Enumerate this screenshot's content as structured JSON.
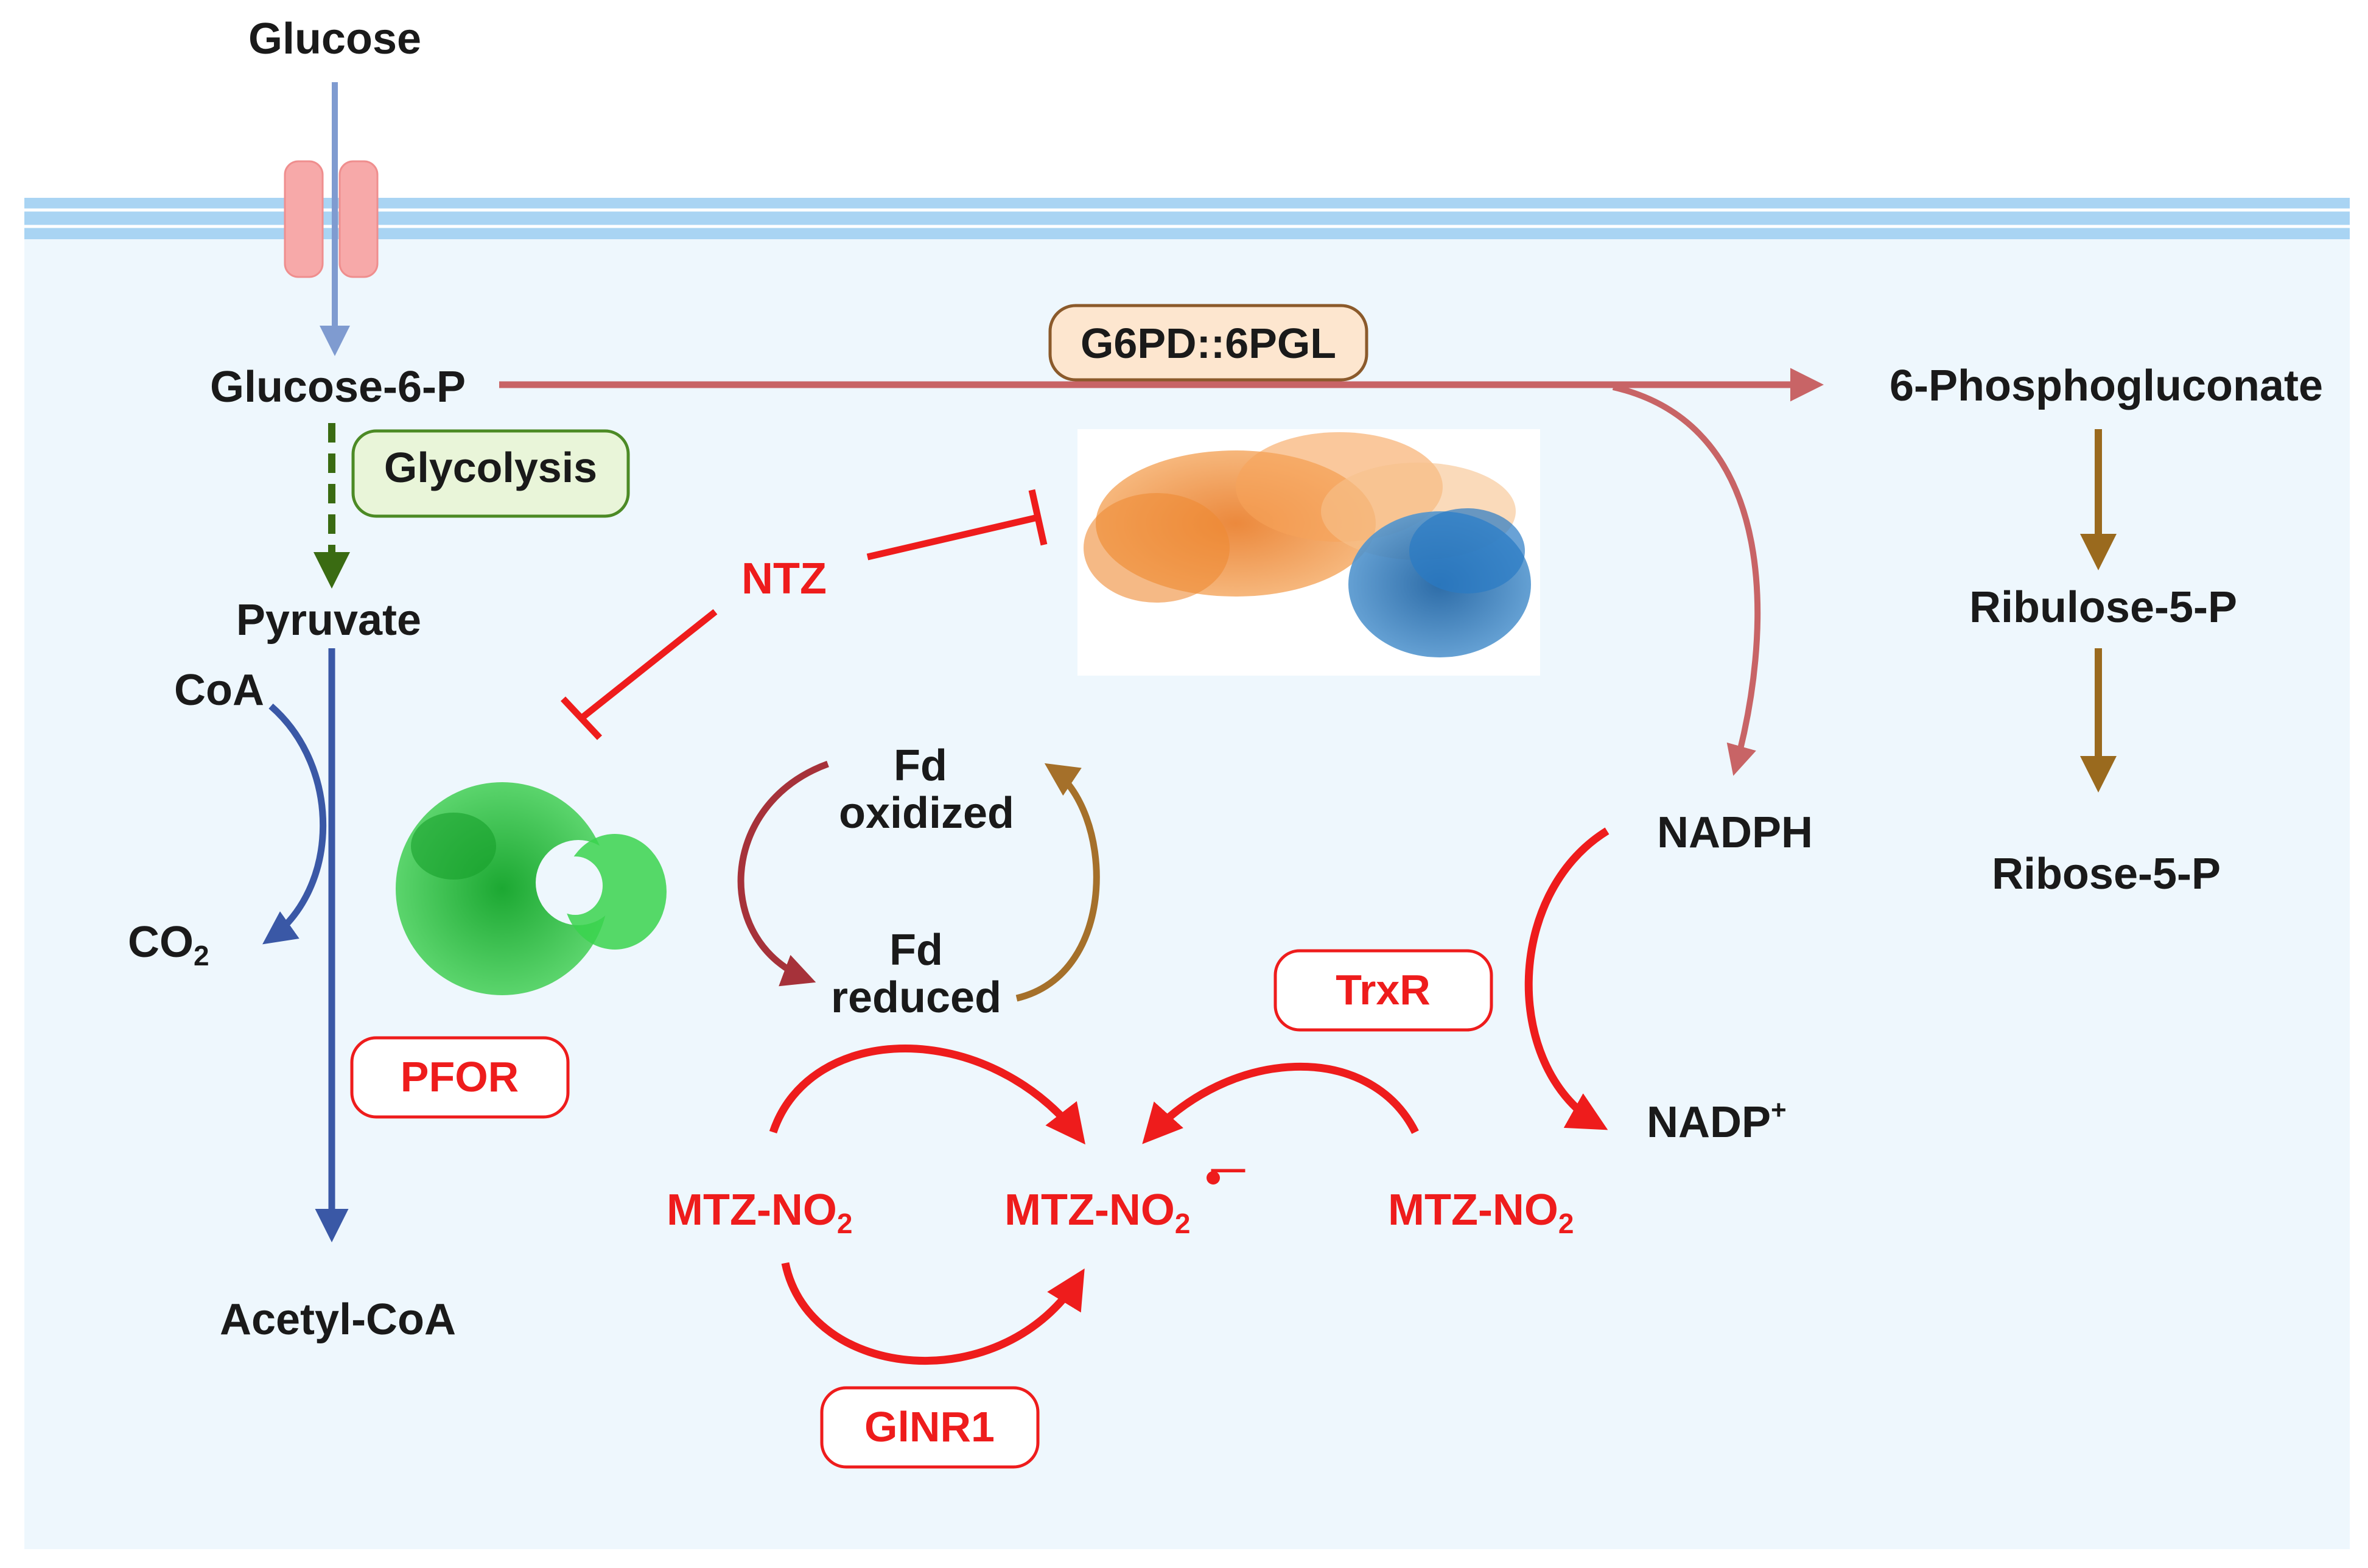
{
  "colors": {
    "cell_interior": "#eef7fd",
    "membrane": "#a9d4f3",
    "transporter": "#f7a9a9",
    "glycolysis_path": "#3a6b12",
    "glucose_arrow": "#7f9bd0",
    "acetyl_path": "#3a58a6",
    "pentose_path": "#c86466",
    "ribose_path": "#9a6a1e",
    "inhibition": "#ee1c1c",
    "redox_arrow": "#ee1c1c",
    "fd_oxidize": "#a6323a",
    "fd_reduce": "#a5702a",
    "orange_protein": "#f28e2b",
    "blue_protein": "#1f6fb5",
    "green_protein": "#2ecc40"
  },
  "nodes": {
    "glucose": "Glucose",
    "glucose_6_p": "Glucose-6-P",
    "pyruvate": "Pyruvate",
    "coa": "CoA",
    "co2_main": "CO",
    "co2_sub": "2",
    "acetyl_coa": "Acetyl-CoA",
    "phosphogluconate": "6-Phosphogluconate",
    "ribulose": "Ribulose-5-P",
    "ribose": "Ribose-5-P",
    "nadph": "NADPH",
    "nadp_main": "NADP",
    "nadp_sup": "+",
    "fd_ox_line1": "Fd",
    "fd_ox_line2": "oxidized",
    "fd_red_line1": "Fd",
    "fd_red_line2": "reduced",
    "ntz": "NTZ",
    "mtz_left_main": "MTZ-NO",
    "mtz_left_sub": "2",
    "mtz_center_main": "MTZ-NO",
    "mtz_center_sub": "2",
    "mtz_center_sup": "—",
    "mtz_right_main": "MTZ-NO",
    "mtz_right_sub": "2"
  },
  "enzymes": {
    "glycolysis": "Glycolysis",
    "g6pd": "G6PD::6PGL",
    "pfor": "PFOR",
    "trxr": "TrxR",
    "ginr1": "GlNR1"
  },
  "icons": {
    "transporter": "membrane-transporter-icon",
    "g6pd_structure": "g6pd-protein-structure-image",
    "pfor_structure": "pfor-protein-structure-image"
  }
}
